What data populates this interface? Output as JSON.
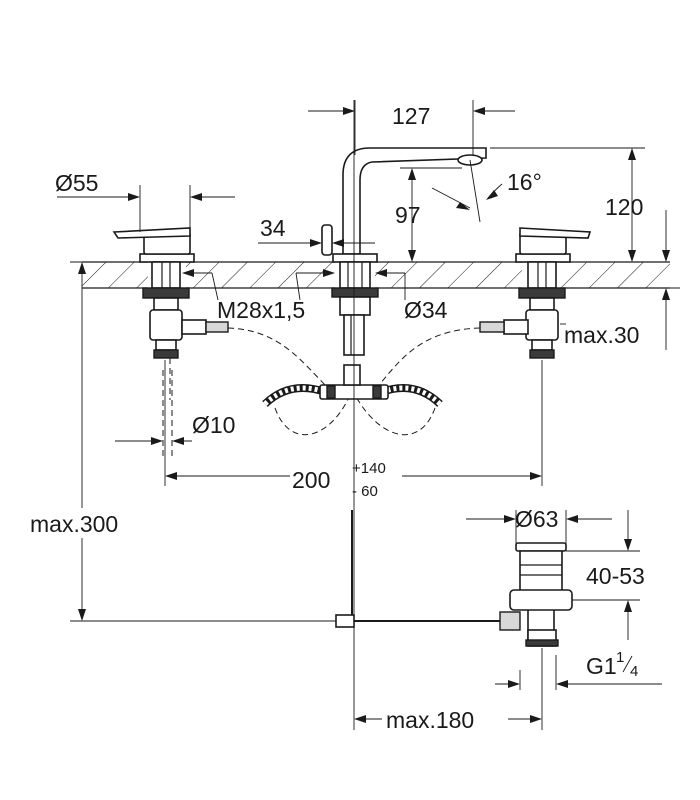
{
  "dimensions": {
    "spout_reach": "127",
    "handle_diameter": "Ø55",
    "spout_angle": "16°",
    "spout_height": "97",
    "total_height": "120",
    "body_width": "34",
    "thread": "M28x1,5",
    "hole_diameter": "Ø34",
    "max_deck_thickness": "max.30",
    "hose_diameter": "Ø10",
    "spacing_base": "200",
    "spacing_plus": "+140",
    "spacing_minus": "- 60",
    "max_depth": "max.300",
    "waste_diameter": "Ø63",
    "waste_height": "40-53",
    "waste_thread_main": "G1",
    "waste_thread_num": "1",
    "waste_thread_den": "4",
    "max_rod": "max.180"
  }
}
